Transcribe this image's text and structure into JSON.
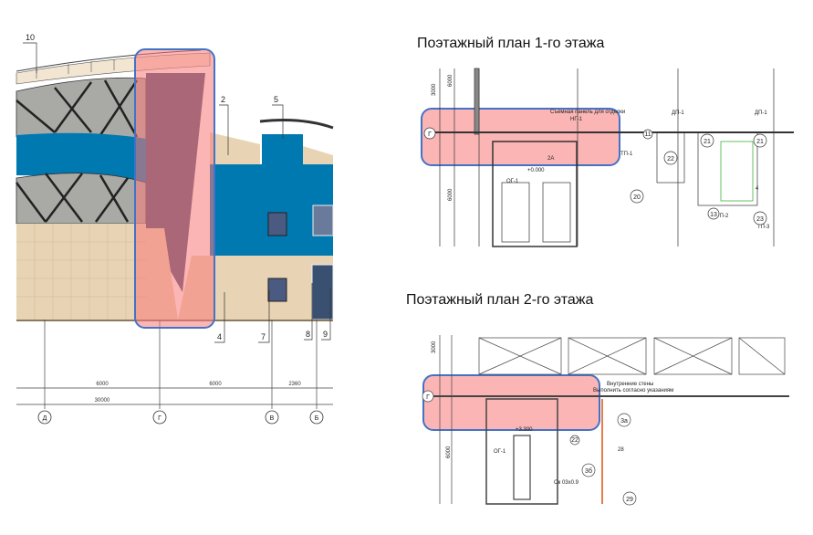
{
  "elevation": {
    "callouts": [
      "10",
      "2",
      "5",
      "4",
      "7",
      "8",
      "9"
    ],
    "dimensions": {
      "span1": "6000",
      "span2": "6000",
      "span3": "2360",
      "total": "30000"
    },
    "axes": [
      "Д",
      "Г",
      "В",
      "Б"
    ]
  },
  "plan1": {
    "title": "Поэтажный план 1-го этажа",
    "axis": "Г",
    "dims": [
      "3000",
      "6000",
      "6000"
    ],
    "labels": {
      "note": "Съемная панель для отделки",
      "note2": "НГ-1",
      "room_2a": "2А",
      "og": "ОГ-1",
      "dp1": "ДП-1",
      "dp2": "ДП-1",
      "r21a": "21",
      "r21b": "21",
      "r22": "22",
      "r20": "20",
      "r23": "23",
      "r11": "11",
      "r13": "13",
      "tp1": "ТП-1",
      "tp2": "ТП-2",
      "tp3": "ТП-3",
      "n4": "4",
      "mark": "+0.000"
    }
  },
  "plan2": {
    "title": "Поэтажный план 2-го этажа",
    "axis": "Г",
    "dims": [
      "3000",
      "6000"
    ],
    "labels": {
      "note": "Внутренние стены",
      "note2": "Выполнить согласно указаниям",
      "og": "ОГ-1",
      "r3a": "3а",
      "r3b": "3б",
      "r28": "28",
      "r29": "29",
      "r22": "22",
      "mark": "+3.300",
      "win": "Ок 03х0.9"
    }
  },
  "colors": {
    "highlight": "#f87878",
    "highlight_border": "#4472c4",
    "facade_blue": "#0078b0",
    "facade_beige": "#e8d4b4",
    "dark_panel": "#4a5275"
  }
}
